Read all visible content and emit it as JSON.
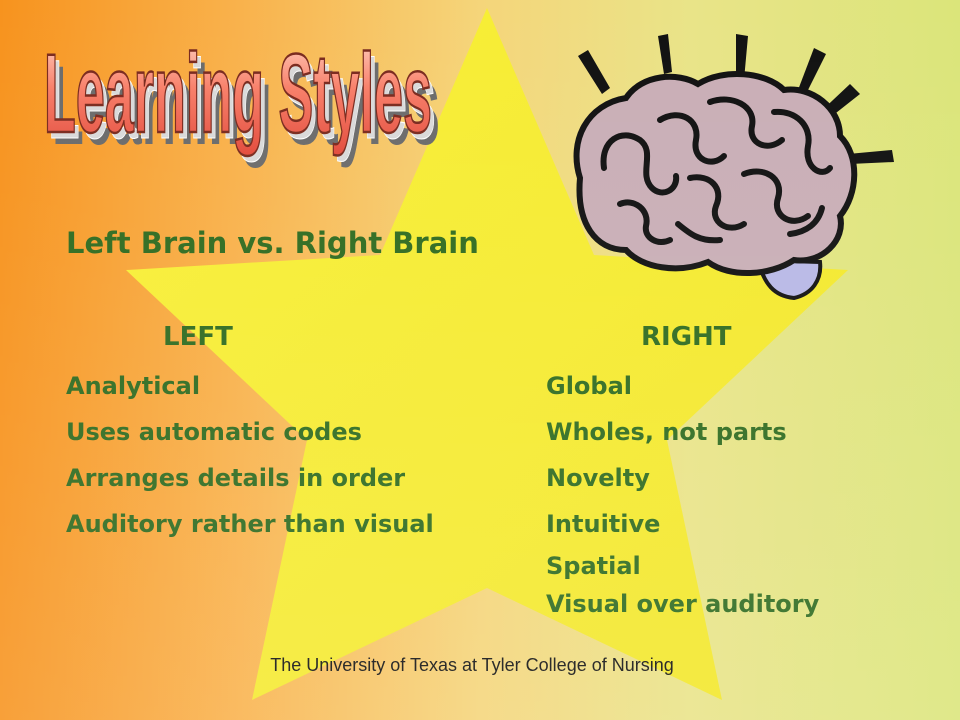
{
  "slide": {
    "title": "Learning Styles",
    "subtitle": "Left Brain vs. Right Brain",
    "left_heading": "LEFT",
    "right_heading": "RIGHT",
    "left_items": [
      "Analytical",
      "Uses automatic codes",
      "Arranges details in order",
      "Auditory rather than visual"
    ],
    "right_items": [
      "Global",
      "Wholes, not parts",
      "Novelty",
      "Intuitive",
      "Spatial",
      "Visual over auditory"
    ],
    "footer": "The University of Texas at Tyler College of Nursing"
  },
  "colors": {
    "text_green": "#2f6b1f",
    "star_yellow": "#f7ec2c",
    "title_salmon": "#f8806a",
    "brain_pink": "#c9aeb6"
  },
  "icons": {
    "brain": "brain-icon",
    "background_star": "star-shape"
  }
}
